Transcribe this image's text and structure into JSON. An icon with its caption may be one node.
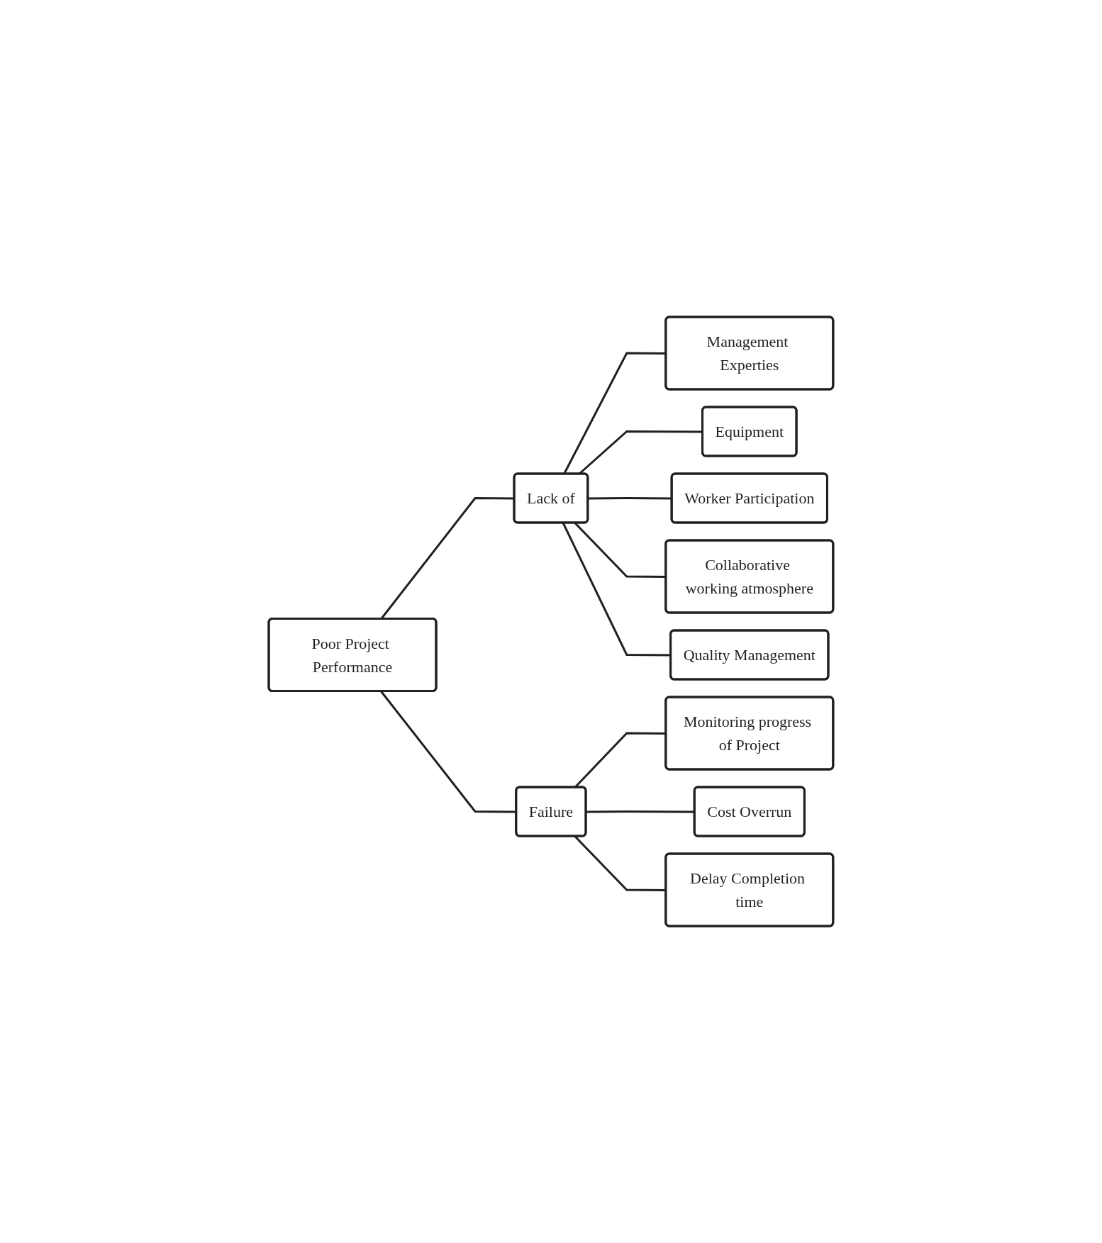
{
  "diagram": {
    "nodes": [
      {
        "text": [
          "Poor Project Performance"
        ]
      },
      {
        "text": [
          "Lack of"
        ]
      },
      {
        "text": [
          "Management Experties"
        ]
      },
      {
        "text": [
          "Equipment"
        ]
      },
      {
        "text": [
          "Worker Participation"
        ]
      },
      {
        "text": [
          "Collaborative working atmosphere"
        ]
      },
      {
        "text": [
          "Quality Management"
        ]
      },
      {
        "text": [
          "Failure"
        ]
      },
      {
        "text": [
          "Monitoring progress of Project"
        ]
      },
      {
        "text": [
          "Cost Overrun"
        ]
      },
      {
        "text": [
          "Delay Completion time"
        ]
      }
    ],
    "edges": [
      {
        "from": 0,
        "to": 1,
        "arrow": "none"
      },
      {
        "from": 0,
        "to": 7,
        "arrow": "none"
      },
      {
        "from": 1,
        "to": 2,
        "arrow": "none"
      },
      {
        "from": 1,
        "to": 3,
        "arrow": "none"
      },
      {
        "from": 1,
        "to": 4,
        "arrow": "none"
      },
      {
        "from": 1,
        "to": 5,
        "arrow": "none"
      },
      {
        "from": 1,
        "to": 6,
        "arrow": "none"
      },
      {
        "from": 7,
        "to": 8,
        "arrow": "none"
      },
      {
        "from": 7,
        "to": 9,
        "arrow": "none"
      },
      {
        "from": 7,
        "to": 10,
        "arrow": "none"
      }
    ]
  }
}
